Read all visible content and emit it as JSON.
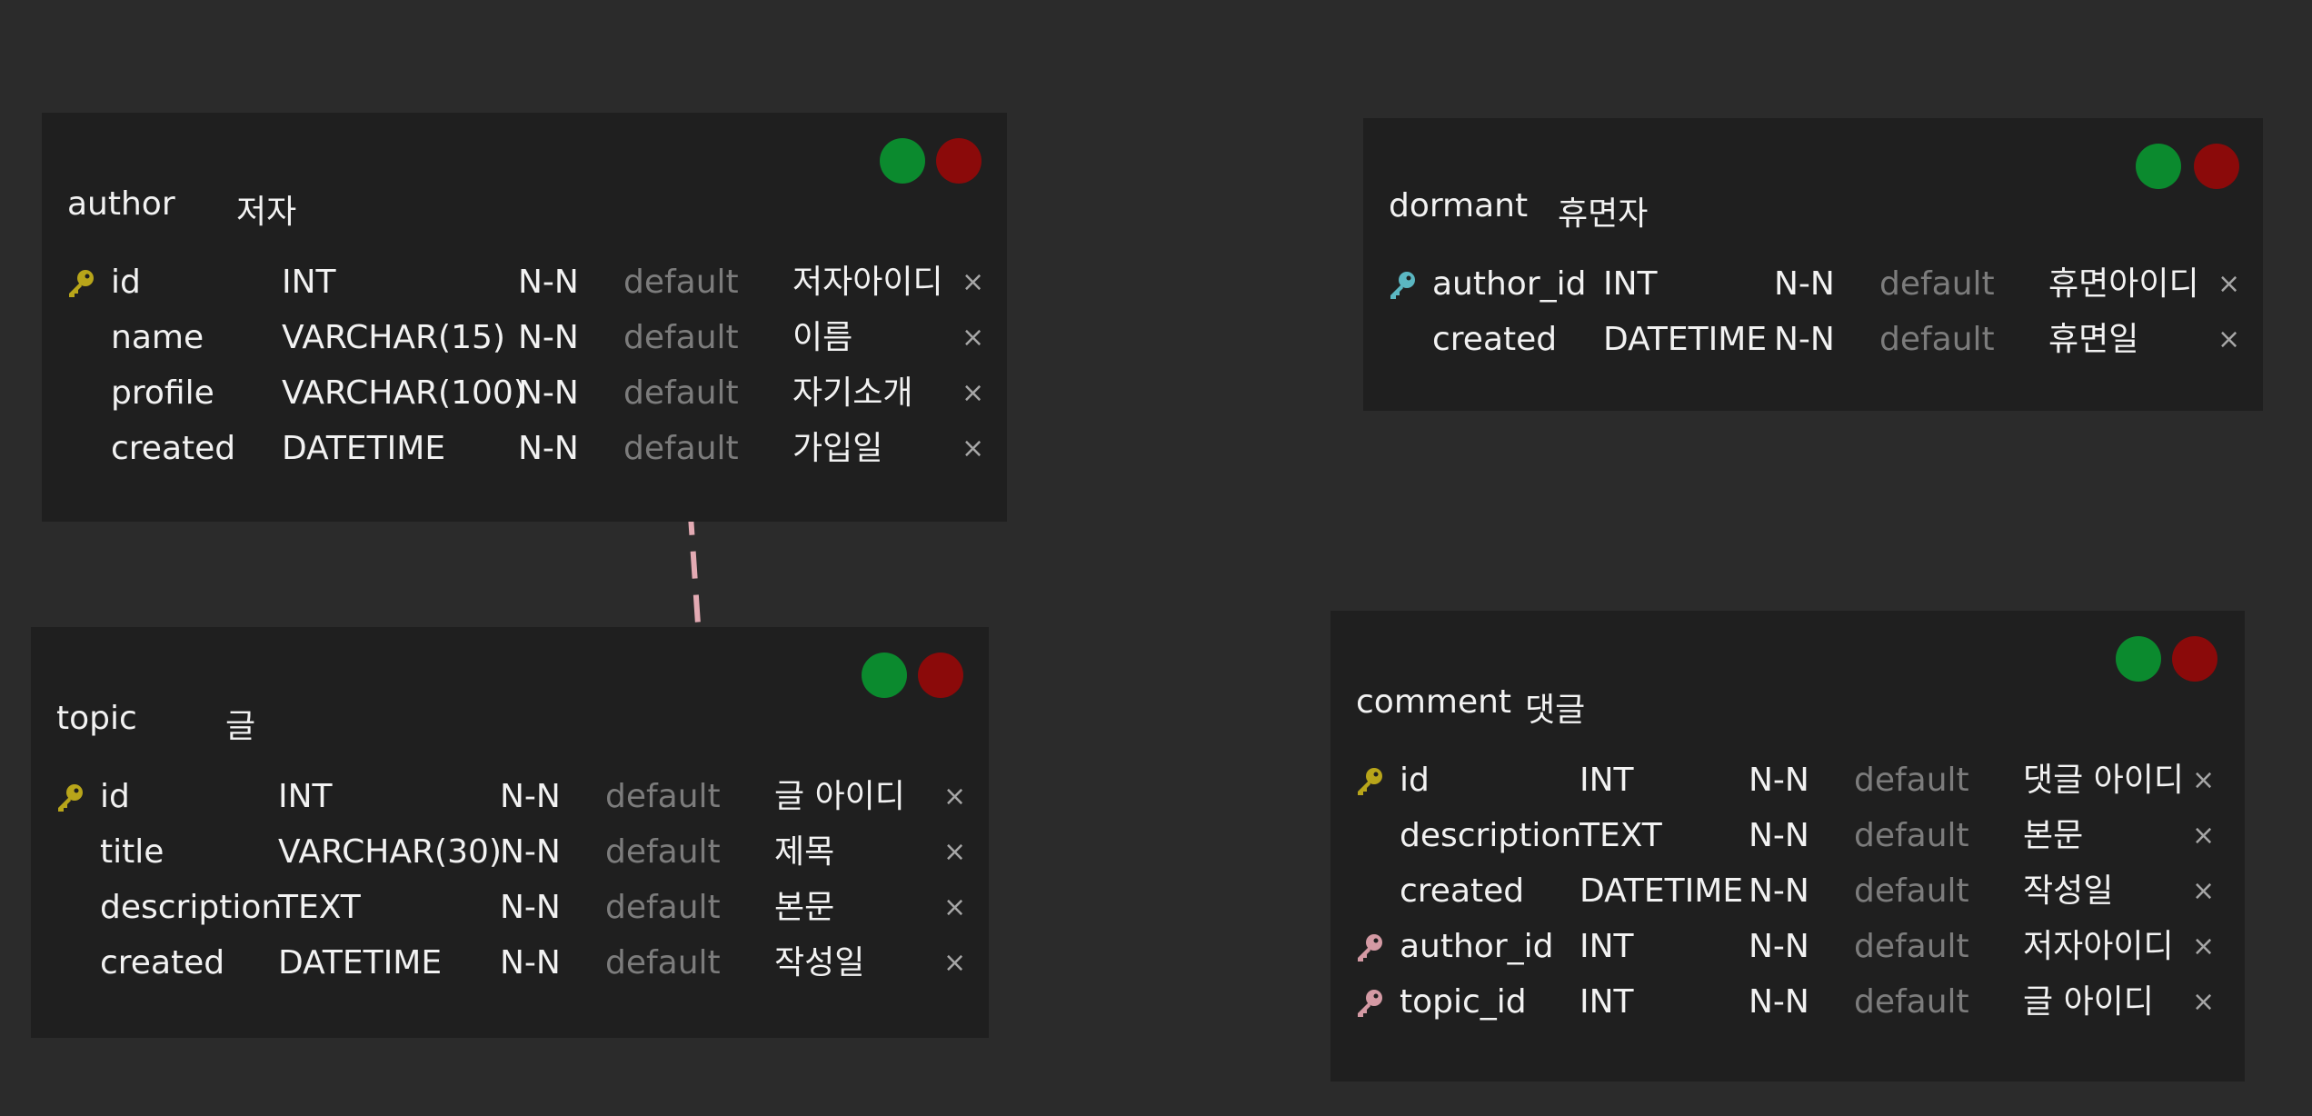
{
  "colors": {
    "background": "#2b2b2b",
    "table_bg": "#1f1f1f",
    "add_dot": "#0b8a2e",
    "delete_dot": "#8b0a0a",
    "primary_key": "#b8a51a",
    "foreign_key": "#d49aa4",
    "link_identifying": "#5bb7c2",
    "link_reference": "#e3aab3",
    "default_text": "#7c7c7c",
    "remove_icon": "#a6a6a6"
  },
  "tables": {
    "author": {
      "name": "author",
      "comment": "저자",
      "columns": [
        {
          "name": "id",
          "type": "INT",
          "null": "N-N",
          "default": "default",
          "comment": "저자아이디",
          "key": "primary-key-icon"
        },
        {
          "name": "name",
          "type": "VARCHAR(15)",
          "null": "N-N",
          "default": "default",
          "comment": "이름",
          "key": ""
        },
        {
          "name": "profile",
          "type": "VARCHAR(100)",
          "null": "N-N",
          "default": "default",
          "comment": "자기소개",
          "key": ""
        },
        {
          "name": "created",
          "type": "DATETIME",
          "null": "N-N",
          "default": "default",
          "comment": "가입일",
          "key": ""
        }
      ]
    },
    "dormant": {
      "name": "dormant",
      "comment": "휴면자",
      "columns": [
        {
          "name": "author_id",
          "type": "INT",
          "null": "N-N",
          "default": "default",
          "comment": "휴면아이디",
          "key": "primary-foreign-key-icon"
        },
        {
          "name": "created",
          "type": "DATETIME",
          "null": "N-N",
          "default": "default",
          "comment": "휴면일",
          "key": ""
        }
      ]
    },
    "topic": {
      "name": "topic",
      "comment": "글",
      "columns": [
        {
          "name": "id",
          "type": "INT",
          "null": "N-N",
          "default": "default",
          "comment": "글 아이디",
          "key": "primary-key-icon"
        },
        {
          "name": "title",
          "type": "VARCHAR(30)",
          "null": "N-N",
          "default": "default",
          "comment": "제목",
          "key": ""
        },
        {
          "name": "description",
          "type": "TEXT",
          "null": "N-N",
          "default": "default",
          "comment": "본문",
          "key": ""
        },
        {
          "name": "created",
          "type": "DATETIME",
          "null": "N-N",
          "default": "default",
          "comment": "작성일",
          "key": ""
        }
      ]
    },
    "comment": {
      "name": "comment",
      "comment": "댓글",
      "columns": [
        {
          "name": "id",
          "type": "INT",
          "null": "N-N",
          "default": "default",
          "comment": "댓글 아이디",
          "key": "primary-key-icon"
        },
        {
          "name": "description",
          "type": "TEXT",
          "null": "N-N",
          "default": "default",
          "comment": "본문",
          "key": ""
        },
        {
          "name": "created",
          "type": "DATETIME",
          "null": "N-N",
          "default": "default",
          "comment": "작성일",
          "key": ""
        },
        {
          "name": "author_id",
          "type": "INT",
          "null": "N-N",
          "default": "default",
          "comment": "저자아이디",
          "key": "foreign-key-icon"
        },
        {
          "name": "topic_id",
          "type": "INT",
          "null": "N-N",
          "default": "default",
          "comment": "글 아이디",
          "key": "foreign-key-icon"
        }
      ]
    }
  },
  "relationships": [
    {
      "from": "author",
      "to": "dormant",
      "style": "identifying",
      "cardinality": "one-to-zero-or-one"
    },
    {
      "from": "author",
      "to": "comment",
      "style": "non-identifying",
      "cardinality": "one-to-zero-or-many"
    },
    {
      "from": "topic",
      "to": "comment",
      "style": "non-identifying",
      "cardinality": "one-to-zero-or-many"
    }
  ],
  "icons": {
    "remove": "×",
    "add": "add-column-icon",
    "delete": "delete-table-icon"
  }
}
